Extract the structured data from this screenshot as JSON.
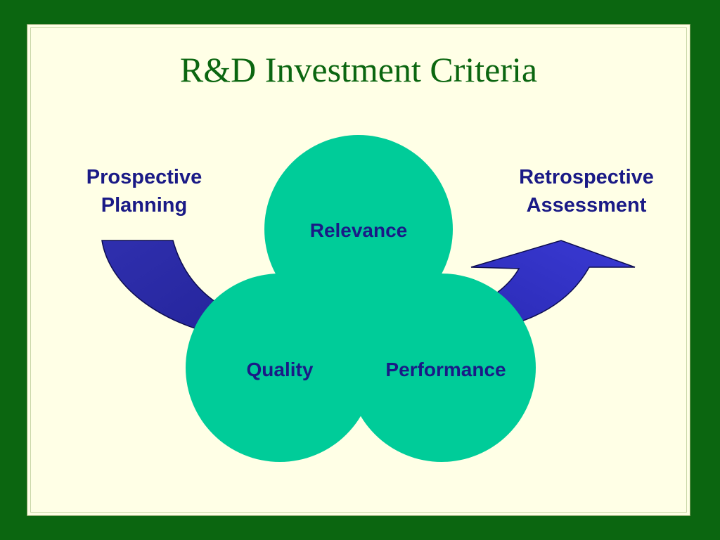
{
  "slide": {
    "title": "R&D Investment Criteria",
    "left_label": [
      "Prospective",
      "Planning"
    ],
    "right_label": [
      "Retrospective",
      "Assessment"
    ],
    "circles": {
      "top": "Relevance",
      "left": "Quality",
      "right": "Performance"
    },
    "colors": {
      "background": "#0b6610",
      "slide": "#ffffe6",
      "title": "#0b6610",
      "text": "#1a1a86",
      "circle": "#00cc99",
      "arrow": "#2a2ab0"
    }
  }
}
